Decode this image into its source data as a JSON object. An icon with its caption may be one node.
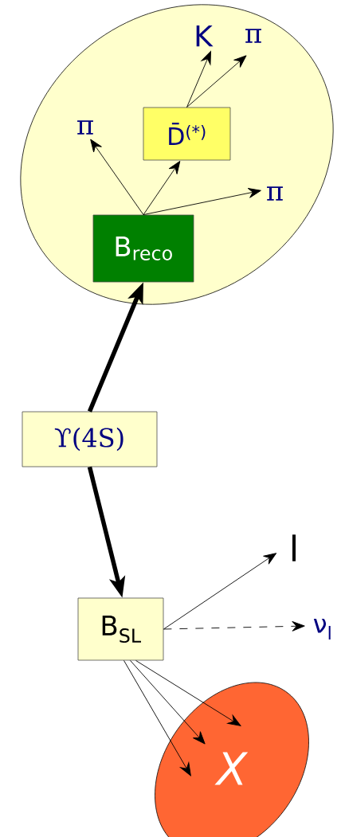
{
  "diagram": {
    "nodes": [
      {
        "text": [],
        "shape": "ellipse"
      },
      {
        "text": [
          "D̄$^{(*)}$"
        ],
        "in": 0
      },
      {
        "text": [
          "K"
        ],
        "in": 0
      },
      {
        "text": [
          "π"
        ],
        "in": 0
      },
      {
        "text": [
          "π"
        ],
        "in": 0
      },
      {
        "text": [
          "π"
        ],
        "in": 0
      },
      {
        "text": [
          "B$_{reco}$"
        ],
        "in": 0
      },
      {
        "text": [
          "ϒ(4S)"
        ]
      },
      {
        "text": [
          "B$_{SL}$"
        ]
      },
      {
        "text": [
          "l"
        ]
      },
      {
        "text": [
          "ν$_{l}$"
        ]
      },
      {
        "text": [
          "X"
        ]
      }
    ],
    "edges": [
      {
        "from": 7,
        "to": 6,
        "arrow": "to",
        "style": "thick"
      },
      {
        "from": 7,
        "to": 8,
        "arrow": "to",
        "style": "thick"
      },
      {
        "from": 6,
        "to": 4,
        "arrow": "to"
      },
      {
        "from": 6,
        "to": 1,
        "arrow": "to"
      },
      {
        "from": 6,
        "to": 5,
        "arrow": "to"
      },
      {
        "from": 1,
        "to": 2,
        "arrow": "to"
      },
      {
        "from": 1,
        "to": 3,
        "arrow": "to"
      },
      {
        "from": 8,
        "to": 9,
        "arrow": "to"
      },
      {
        "from": 8,
        "to": 10,
        "arrow": "to",
        "style": "dashed"
      },
      {
        "from": 8,
        "to": 11,
        "arrow": "to"
      },
      {
        "from": 8,
        "to": 11,
        "arrow": "to"
      },
      {
        "from": 8,
        "to": 11,
        "arrow": "to"
      }
    ]
  }
}
